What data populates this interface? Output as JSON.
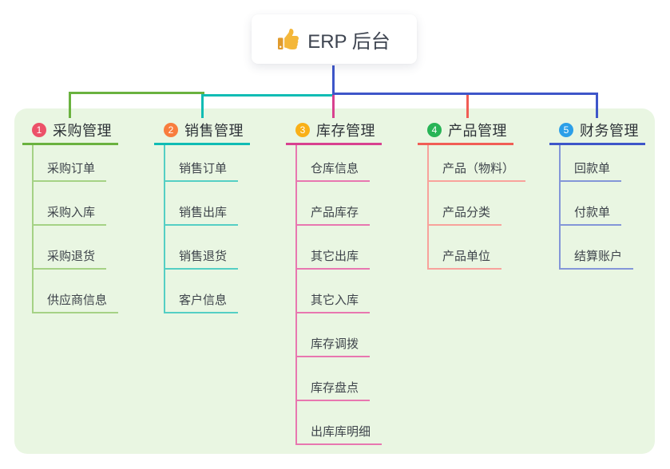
{
  "root": {
    "label": "ERP 后台",
    "icon": "thumbs-up-icon"
  },
  "branches": [
    {
      "index": "1",
      "label": "采购管理",
      "color": "#6ab23f",
      "light_color": "#a5d285",
      "badge_color": "#ec5168",
      "children": [
        "采购订单",
        "采购入库",
        "采购退货",
        "供应商信息"
      ]
    },
    {
      "index": "2",
      "label": "销售管理",
      "color": "#10bcb4",
      "light_color": "#54cfc4",
      "badge_color": "#f87d3e",
      "children": [
        "销售订单",
        "销售出库",
        "销售退货",
        "客户信息"
      ]
    },
    {
      "index": "3",
      "label": "库存管理",
      "color": "#d8418f",
      "light_color": "#e877b0",
      "badge_color": "#f9b017",
      "children": [
        "仓库信息",
        "产品库存",
        "其它出库",
        "其它入库",
        "库存调拨",
        "库存盘点",
        "出库库明细"
      ]
    },
    {
      "index": "4",
      "label": "产品管理",
      "color": "#f15d55",
      "light_color": "#f8a29b",
      "badge_color": "#28b456",
      "children": [
        "产品（物料）",
        "产品分类",
        "产品单位"
      ]
    },
    {
      "index": "5",
      "label": "财务管理",
      "color": "#3e56c9",
      "light_color": "#8396d8",
      "badge_color": "#2c9fe8",
      "children": [
        "回款单",
        "付款单",
        "结算账户"
      ]
    }
  ],
  "colors": {
    "panel_bg": "#e9f6e2",
    "stem": "#3e56c9",
    "root_icon": "#f4b73a",
    "root_icon_cuff": "#e09b2d"
  }
}
